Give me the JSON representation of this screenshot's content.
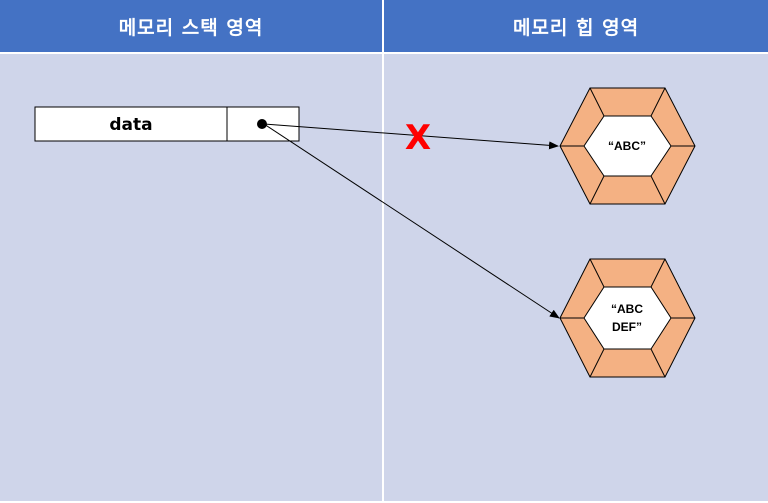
{
  "headers": {
    "stack": "메모리 스택 영역",
    "heap": "메모리 힙 영역"
  },
  "stack": {
    "variable_name": "data"
  },
  "heap": {
    "objects": [
      {
        "lines": [
          "“ABC”"
        ]
      },
      {
        "lines": [
          "“ABC",
          "DEF”"
        ]
      }
    ]
  },
  "annotations": {
    "cross_mark": "X"
  },
  "colors": {
    "header_bg": "#4472C4",
    "panel_bg": "#CFD5EA",
    "hex_ring": "#F4B183",
    "cross": "#FF0000"
  }
}
